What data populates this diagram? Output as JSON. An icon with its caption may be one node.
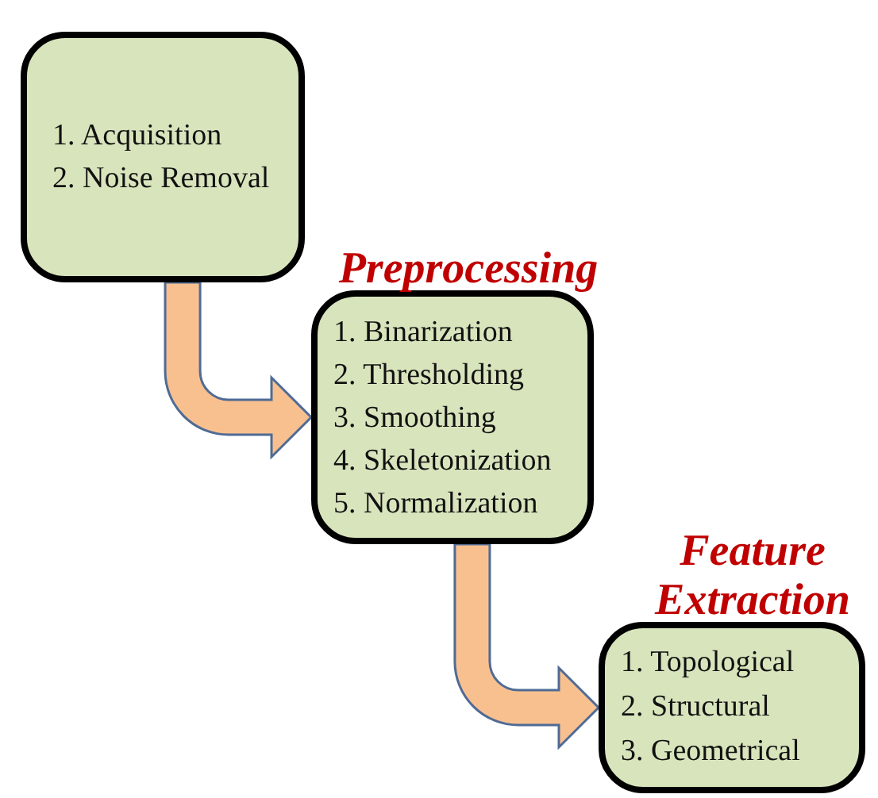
{
  "diagram": {
    "nodes": [
      {
        "text": [
          "1. Acquisition",
          "2. Noise Removal"
        ]
      },
      {
        "text": [
          "Preprocessing",
          "1. Binarization",
          "2. Thresholding",
          "3. Smoothing",
          "4. Skeletonization",
          "5. Normalization"
        ]
      },
      {
        "text": [
          "Feature Extraction",
          "1. Topological",
          "2. Structural",
          "3. Geometrical"
        ]
      }
    ],
    "edges": [
      {
        "from": 0,
        "to": 1,
        "arrow": "to",
        "style": "thick"
      },
      {
        "from": 1,
        "to": 2,
        "arrow": "to",
        "style": "thick"
      }
    ]
  }
}
